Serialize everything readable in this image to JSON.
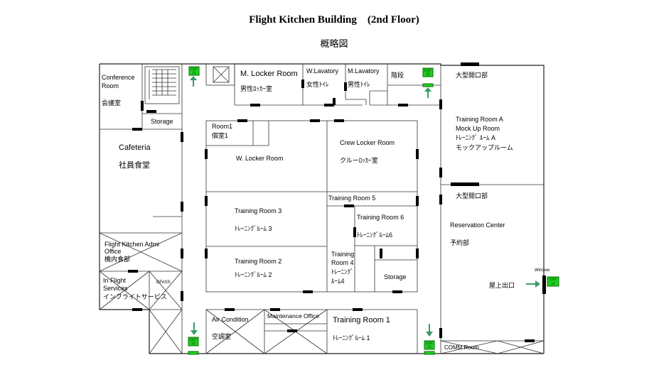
{
  "title": "Flight Kitchen Building　(2nd Floor)",
  "subtitle": "概略図",
  "rooms": {
    "conference": [
      "Conference",
      "Room",
      "会議室"
    ],
    "storage_top": "Storage",
    "cafeteria": [
      "Cafeteria",
      "社員食堂"
    ],
    "fk_admin": [
      "Flight Kitchen Admi",
      "Office",
      "機内食部"
    ],
    "inflight": [
      "In Flight",
      "Services",
      "インフライトサービス"
    ],
    "dfass": "DFASS",
    "m_locker": [
      "M. Locker Room",
      "男性ﾛｯｶｰ室"
    ],
    "w_lavatory": [
      "W.Lavatory",
      "女性ﾄｲﾚ"
    ],
    "m_lavatory": [
      "M.Lavatory",
      "男性ﾄｲﾚ"
    ],
    "stairs": "階段",
    "room1": [
      "Room1",
      "個室1"
    ],
    "w_locker": "W. Locker Room",
    "crew_locker": [
      "Crew Locker Room",
      "クルーﾛｯｶｰ室"
    ],
    "training5": "Training Room 5",
    "training3": [
      "Training Room 3",
      "ﾄﾚｰﾆﾝｸﾞﾙｰﾑ 3"
    ],
    "training6": [
      "Training Room 6",
      "ﾄﾚｰﾆﾝｸﾞﾙｰﾑ6"
    ],
    "training2": [
      "Training Room 2",
      "ﾄﾚｰﾆﾝｸﾞﾙｰﾑ 2"
    ],
    "training4": [
      "Training",
      "Room 4",
      "ﾄﾚｰﾆﾝｸﾞ",
      "ﾙｰﾑ4"
    ],
    "storage_mid": "Storage",
    "air_condition": [
      "Air Condition",
      "空調室"
    ],
    "maintenance": "Maintenance Office",
    "training1": [
      "Training Room 1",
      "ﾄﾚｰﾆﾝｸﾞﾙｰﾑ 1"
    ],
    "opening1": "大型開口部",
    "training_a": [
      "Training Room A",
      "Mock Up Room",
      "ﾄﾚｰﾆﾝｸﾞ ﾙｰﾑ A",
      "モックアップルーム"
    ],
    "opening2": "大型開口部",
    "reservation": [
      "Reservation Center",
      "予約部"
    ],
    "rooftop_exit": "屋上出口",
    "window": "Window",
    "comm_room": "COMM Room"
  },
  "exits": [
    {
      "line1": "EXIT",
      "line2": "21"
    },
    {
      "line1": "EXIT",
      "line2": "25"
    },
    {
      "line1": "EXIT",
      "line2": "22"
    },
    {
      "line1": "EXIT",
      "line2": "23"
    },
    {
      "line1": "EXIT",
      "line2": "24"
    }
  ],
  "colors": {
    "exit_sign": "#1fd11f",
    "exit_arrow": "#3a9a6a",
    "wall": "#222222"
  },
  "icons": [
    "exit-sign-icon",
    "exit-arrow-icon",
    "elevator-shaft-icon",
    "staircase-icon"
  ]
}
